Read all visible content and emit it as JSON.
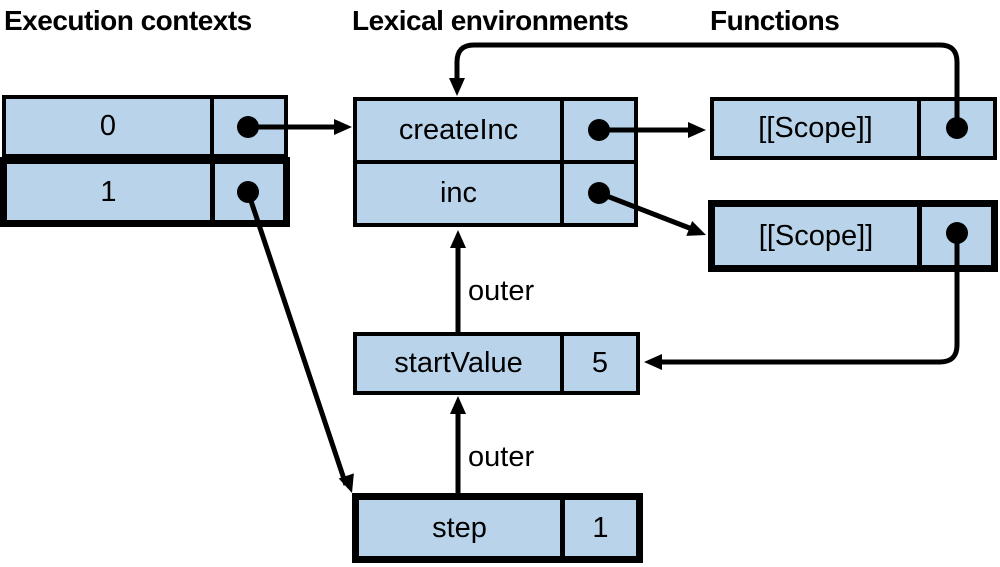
{
  "colors": {
    "background": "#ffffff",
    "box_fill": "#b9d4ea",
    "stroke": "#000000"
  },
  "headers": {
    "execution_contexts": "Execution contexts",
    "lexical_environments": "Lexical environments",
    "functions": "Functions"
  },
  "execution_contexts": {
    "rows": [
      {
        "index": "0"
      },
      {
        "index": "1"
      }
    ]
  },
  "lexical_environments": {
    "global": {
      "bindings": [
        {
          "name": "createInc"
        },
        {
          "name": "inc"
        }
      ]
    },
    "createInc_env": {
      "name": "startValue",
      "value": "5"
    },
    "inc_env": {
      "name": "step",
      "value": "1"
    }
  },
  "functions": {
    "createInc_fn": {
      "property": "[[Scope]]"
    },
    "inc_fn": {
      "property": "[[Scope]]"
    }
  },
  "edge_labels": {
    "outer_top": "outer",
    "outer_bottom": "outer"
  }
}
